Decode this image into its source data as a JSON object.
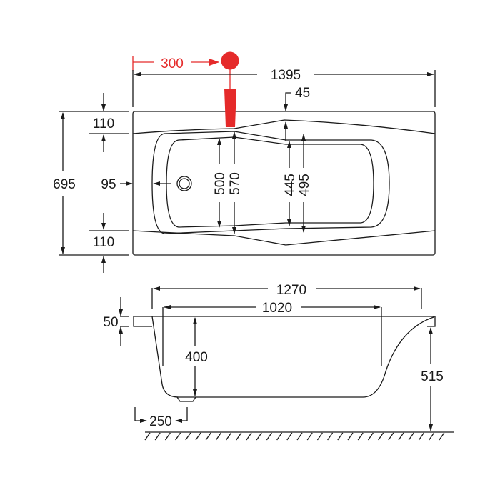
{
  "colors": {
    "line": "#1a1a1a",
    "accent": "#e52a2a"
  },
  "top_view": {
    "faucet_offset": "300",
    "overall_length": "1395",
    "rim_offset": "45",
    "overall_width": "695",
    "rim_top": "110",
    "rim_bottom": "110",
    "drain_offset": "95",
    "inner_width_1": "500",
    "outer_width_1": "570",
    "inner_width_2": "445",
    "outer_width_2": "495"
  },
  "side_view": {
    "bottom_length": "1270",
    "inner_length": "1020",
    "rim_thickness": "50",
    "depth": "400",
    "height": "515",
    "foot_offset": "250"
  }
}
